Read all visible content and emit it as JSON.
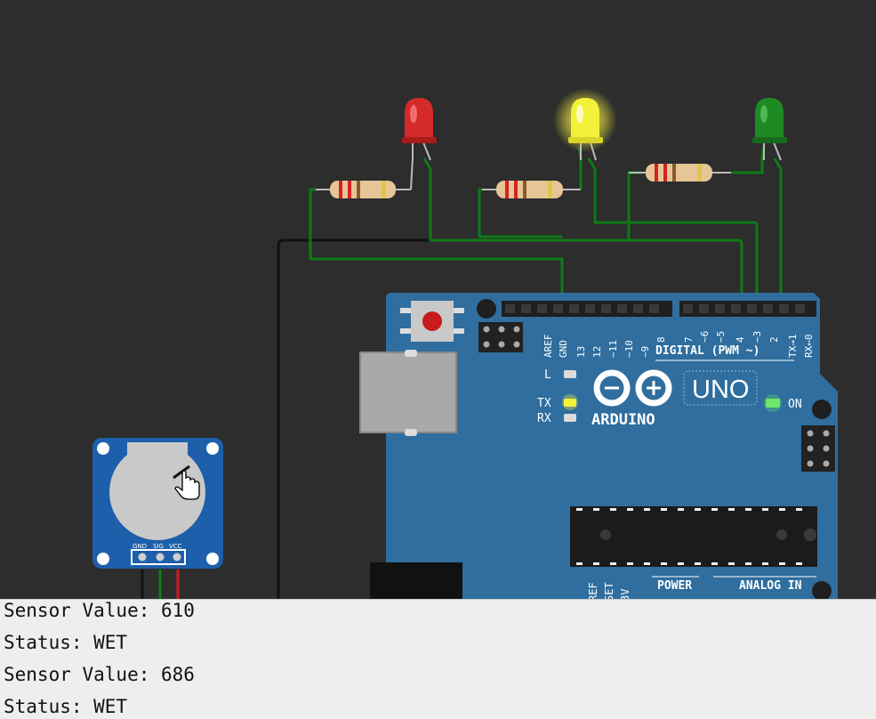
{
  "board": {
    "logo_text": "ARDUINO",
    "model_text": "UNO",
    "digital_label": "DIGITAL (PWM ~)",
    "power_label": "POWER",
    "analog_label": "ANALOG IN",
    "indicators": {
      "l": "L",
      "tx": "TX",
      "rx": "RX",
      "on": "ON"
    },
    "pin_labels_left": [
      "AREF",
      "GND",
      "13",
      "12",
      "~11",
      "~10",
      "~9",
      "8"
    ],
    "pin_labels_right": [
      "7",
      "~6",
      "~5",
      "4",
      "~3",
      "2",
      "TX→1",
      "RX←0"
    ],
    "bottom_pins_partial": [
      "REF",
      "SET",
      "3V"
    ]
  },
  "sensor_module": {
    "pin_labels": [
      "GND",
      "SIG",
      "VCC"
    ]
  },
  "leds": [
    {
      "name": "red",
      "color": "#d42a2a",
      "lit": false
    },
    {
      "name": "yellow",
      "color": "#f4f13a",
      "lit": true
    },
    {
      "name": "green",
      "color": "#1f8a24",
      "lit": false
    }
  ],
  "colors": {
    "canvas_bg": "#2d2d2d",
    "board_blue": "#2f6e9e",
    "wire_green": "#0f7a16",
    "serial_bg": "#eeeeee"
  },
  "serial_monitor": {
    "lines": [
      "Sensor Value: 610",
      "Status: WET",
      "Sensor Value: 686",
      "Status: WET"
    ]
  }
}
